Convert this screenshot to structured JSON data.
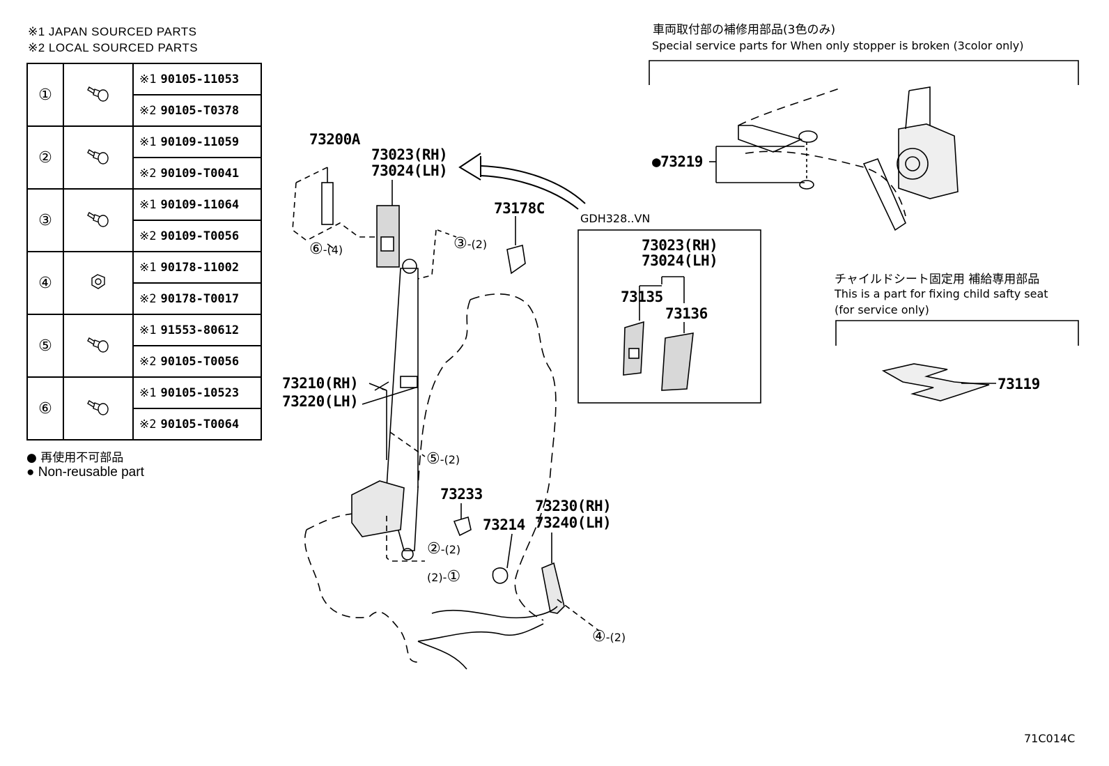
{
  "legend": {
    "line1": "※1  JAPAN SOURCED PARTS",
    "line2": "※2  LOCAL SOURCED PARTS"
  },
  "parts_table": [
    {
      "num": "①",
      "icon": "bolt-icon",
      "japan": "90105-11053",
      "local": "90105-T0378"
    },
    {
      "num": "②",
      "icon": "bolt-icon",
      "japan": "90109-11059",
      "local": "90109-T0041"
    },
    {
      "num": "③",
      "icon": "bolt-icon",
      "japan": "90109-11064",
      "local": "90109-T0056"
    },
    {
      "num": "④",
      "icon": "nut-icon",
      "japan": "90178-11002",
      "local": "90178-T0017"
    },
    {
      "num": "⑤",
      "icon": "bolt-icon",
      "japan": "91553-80612",
      "local": "90105-T0056"
    },
    {
      "num": "⑥",
      "icon": "bolt-icon",
      "japan": "90105-10523",
      "local": "90105-T0064"
    }
  ],
  "marks": {
    "japan": "※1",
    "local": "※2"
  },
  "nonreusable": {
    "jp": "再使用不可部品",
    "en": "Non-reusable part"
  },
  "labels": {
    "p73200A": "73200A",
    "p73023": "73023(RH)",
    "p73024": "73024(LH)",
    "p73178C": "73178C",
    "p73210": "73210(RH)",
    "p73220": "73220(LH)",
    "p73233": "73233",
    "p73214": "73214",
    "p73230": "73230(RH)",
    "p73240": "73240(LH)",
    "gdh": "GDH328..VN",
    "box73023": "73023(RH)",
    "box73024": "73024(LH)",
    "p73135": "73135",
    "p73136": "73136",
    "p73219": "●73219",
    "p73119": "73119"
  },
  "callouts": {
    "c6": "⑥",
    "c6q": "-(4)",
    "c3": "③",
    "c3q": "-(2)",
    "c5": "⑤",
    "c5q": "-(2)",
    "c2": "②",
    "c2q": "-(2)",
    "c1": "①",
    "c1q": "(2)-",
    "c4": "④",
    "c4q": "-(2)"
  },
  "special": {
    "jp": "車両取付部の補修用部品(3色のみ)",
    "en": "Special service parts for When only stopper is broken (3color only)"
  },
  "child": {
    "jp": "チャイルドシート固定用 補給専用部品",
    "en1": "This is a part for fixing child safty seat",
    "en2": "(for service only)"
  },
  "figure_code": "71C014C"
}
